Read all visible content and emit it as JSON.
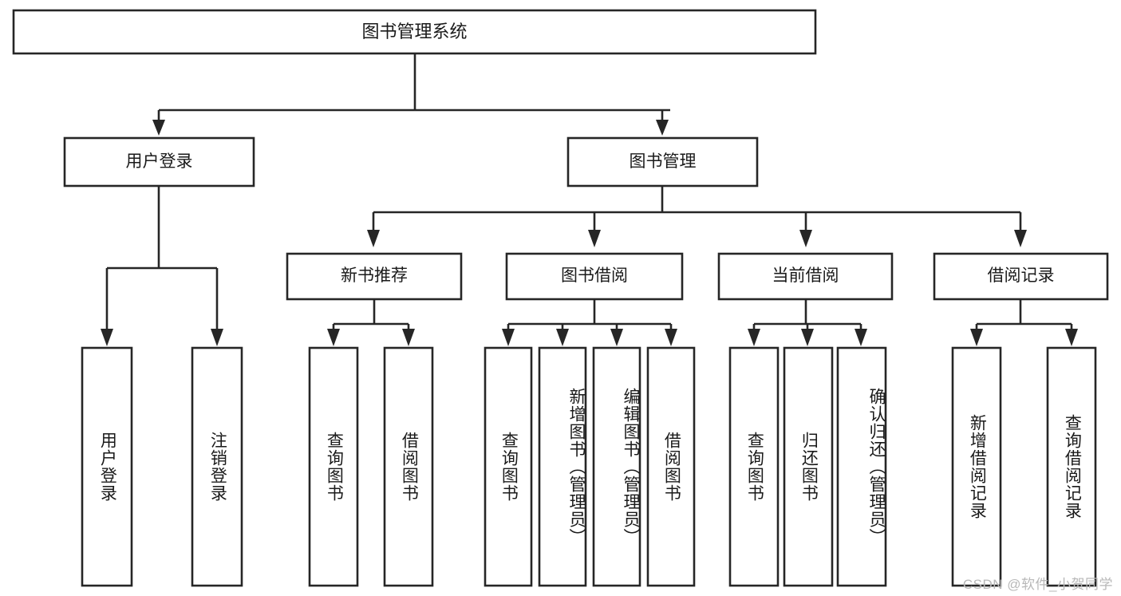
{
  "diagram": {
    "type": "tree-hierarchy",
    "title": "图书管理系统",
    "watermark": "CSDN @软件_小贺同学",
    "colors": {
      "box_fill": "#ffffff",
      "box_stroke": "#262626",
      "text": "#1a1a1a",
      "watermark": "#b8b8b8",
      "background": "#ffffff"
    },
    "nodes": {
      "root": {
        "label": "图书管理系统",
        "level": 0
      },
      "n_user_login": {
        "label": "用户登录",
        "level": 1
      },
      "n_book_mgmt": {
        "label": "图书管理",
        "level": 1
      },
      "n_new_book_rec": {
        "label": "新书推荐",
        "level": 2
      },
      "n_book_borrow": {
        "label": "图书借阅",
        "level": 2
      },
      "n_current_borrow": {
        "label": "当前借阅",
        "level": 2
      },
      "n_borrow_record": {
        "label": "借阅记录",
        "level": 2
      },
      "l_user_login": {
        "label": "用户登录",
        "level": 3
      },
      "l_logout": {
        "label": "注销登录",
        "level": 3
      },
      "l_query_book_1": {
        "label": "查询图书",
        "level": 3
      },
      "l_borrow_book_1": {
        "label": "借阅图书",
        "level": 3
      },
      "l_query_book_2": {
        "label": "查询图书",
        "level": 3
      },
      "l_add_book": {
        "label": "新增图书（管理员）",
        "level": 3
      },
      "l_edit_book": {
        "label": "编辑图书（管理员）",
        "level": 3
      },
      "l_borrow_book_2": {
        "label": "借阅图书",
        "level": 3
      },
      "l_query_book_3": {
        "label": "查询图书",
        "level": 3
      },
      "l_return_book": {
        "label": "归还图书",
        "level": 3
      },
      "l_confirm_return": {
        "label": "确认归还（管理员）",
        "level": 3
      },
      "l_add_record": {
        "label": "新增借阅记录",
        "level": 3
      },
      "l_query_record": {
        "label": "查询借阅记录",
        "level": 3
      }
    },
    "edges": [
      {
        "from": "root",
        "to": "n_user_login"
      },
      {
        "from": "root",
        "to": "n_book_mgmt"
      },
      {
        "from": "n_book_mgmt",
        "to": "n_new_book_rec"
      },
      {
        "from": "n_book_mgmt",
        "to": "n_book_borrow"
      },
      {
        "from": "n_book_mgmt",
        "to": "n_current_borrow"
      },
      {
        "from": "n_book_mgmt",
        "to": "n_borrow_record"
      },
      {
        "from": "n_user_login",
        "to": "l_user_login"
      },
      {
        "from": "n_user_login",
        "to": "l_logout"
      },
      {
        "from": "n_new_book_rec",
        "to": "l_query_book_1"
      },
      {
        "from": "n_new_book_rec",
        "to": "l_borrow_book_1"
      },
      {
        "from": "n_book_borrow",
        "to": "l_query_book_2"
      },
      {
        "from": "n_book_borrow",
        "to": "l_add_book"
      },
      {
        "from": "n_book_borrow",
        "to": "l_edit_book"
      },
      {
        "from": "n_book_borrow",
        "to": "l_borrow_book_2"
      },
      {
        "from": "n_current_borrow",
        "to": "l_query_book_3"
      },
      {
        "from": "n_current_borrow",
        "to": "l_return_book"
      },
      {
        "from": "n_current_borrow",
        "to": "l_confirm_return"
      },
      {
        "from": "n_borrow_record",
        "to": "l_add_record"
      },
      {
        "from": "n_borrow_record",
        "to": "l_query_record"
      }
    ]
  }
}
